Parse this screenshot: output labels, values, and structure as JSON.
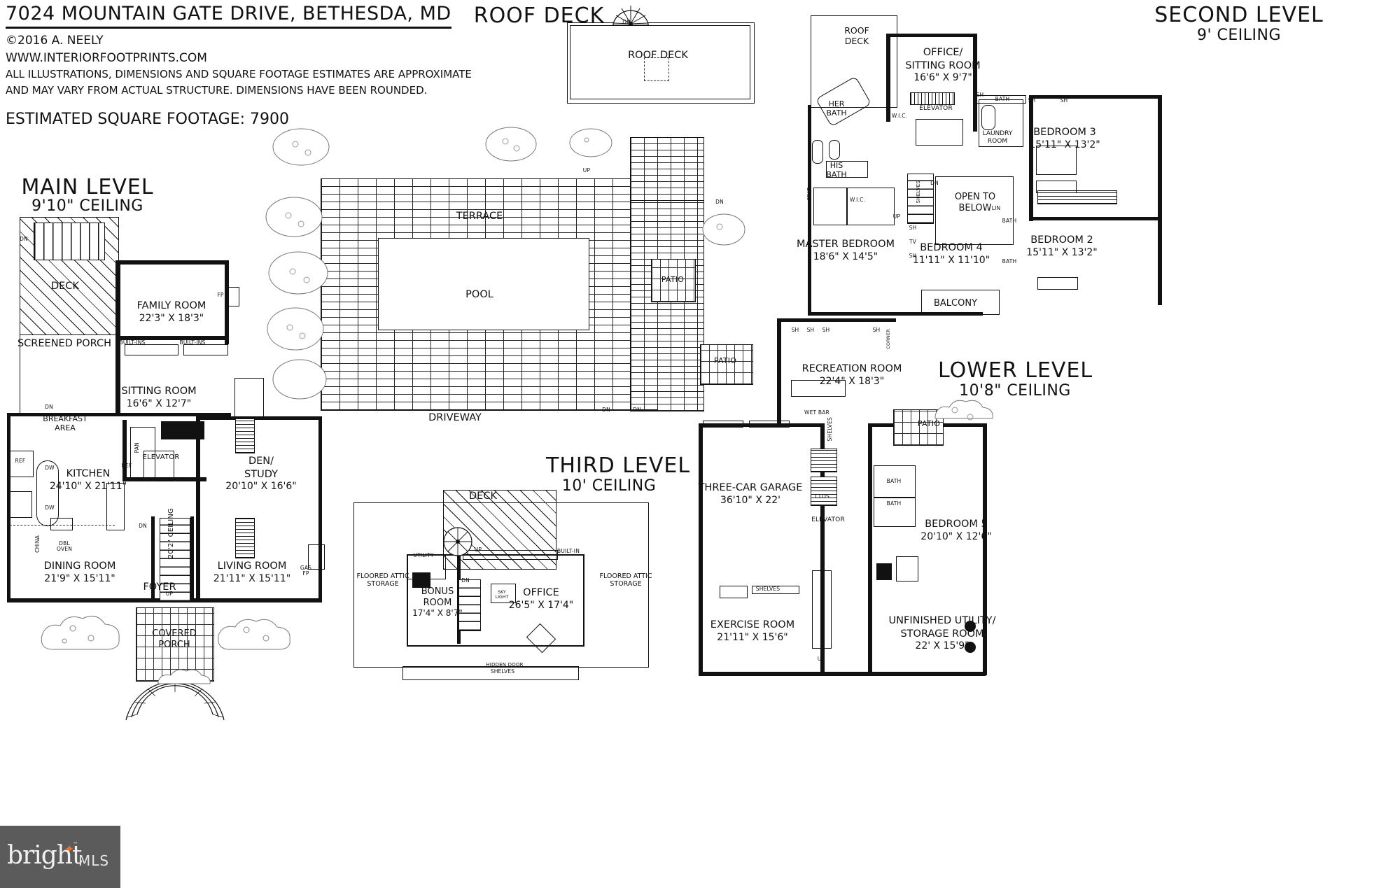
{
  "header": {
    "address": "7024 MOUNTAIN GATE DRIVE, BETHESDA, MD",
    "copyright": "©2016 A. NEELY",
    "website": "WWW.INTERIORFOOTPRINTS.COM",
    "disclaimer_line1": "ALL ILLUSTRATIONS, DIMENSIONS AND SQUARE FOOTAGE ESTIMATES ARE APPROXIMATE",
    "disclaimer_line2": "AND MAY VARY FROM ACTUAL STRUCTURE. DIMENSIONS HAVE BEEN ROUNDED.",
    "square_footage": "ESTIMATED SQUARE FOOTAGE: 7900"
  },
  "levels": {
    "roof_deck": {
      "title": "ROOF DECK",
      "room_label": "ROOF DECK",
      "stair_label": "DN"
    },
    "main": {
      "title": "MAIN LEVEL",
      "ceiling": "9'10\" CEILING"
    },
    "second": {
      "title": "SECOND LEVEL",
      "ceiling": "9' CEILING"
    },
    "third": {
      "title": "THIRD LEVEL",
      "ceiling": "10' CEILING"
    },
    "lower": {
      "title": "LOWER LEVEL",
      "ceiling": "10'8\" CEILING"
    }
  },
  "main_level": {
    "rooms": [
      {
        "name": "DECK",
        "dim": ""
      },
      {
        "name": "SCREENED PORCH",
        "dim": ""
      },
      {
        "name": "FAMILY ROOM",
        "dim": "22'3\" X 18'3\""
      },
      {
        "name": "SITTING ROOM",
        "dim": "16'6\" X 12'7\""
      },
      {
        "name": "BREAKFAST AREA",
        "dim": ""
      },
      {
        "name": "KITCHEN",
        "dim": "24'10\" X 21'11\""
      },
      {
        "name": "DEN/ STUDY",
        "dim": "20'10\" X 16'6\""
      },
      {
        "name": "DINING ROOM",
        "dim": "21'9\" X 15'11\""
      },
      {
        "name": "LIVING ROOM",
        "dim": "21'11\" X 15'11\""
      },
      {
        "name": "FOYER",
        "dim": ""
      },
      {
        "name": "COVERED PORCH",
        "dim": ""
      }
    ],
    "annotations": [
      "DN",
      "UP",
      "BUILT-INS",
      "REF",
      "DW",
      "PAN",
      "ELEVATOR",
      "DBL OVEN",
      "CHINA",
      "P.R.",
      "FP",
      "GAS FP",
      "20'2\" CEILING"
    ]
  },
  "second_level": {
    "rooms": [
      {
        "name": "ROOF DECK",
        "dim": ""
      },
      {
        "name": "OFFICE/ SITTING ROOM",
        "dim": "16'6\" X 9'7\""
      },
      {
        "name": "HER BATH",
        "dim": ""
      },
      {
        "name": "HIS BATH",
        "dim": ""
      },
      {
        "name": "MASTER BEDROOM",
        "dim": "18'6\" X 14'5\""
      },
      {
        "name": "BEDROOM 3",
        "dim": "15'11\" X 13'2\""
      },
      {
        "name": "BEDROOM 2",
        "dim": "15'11\" X 13'2\""
      },
      {
        "name": "BEDROOM 4",
        "dim": "11'11\" X 11'10\""
      },
      {
        "name": "OPEN TO BELOW",
        "dim": ""
      },
      {
        "name": "BALCONY",
        "dim": ""
      },
      {
        "name": "LAUNDRY ROOM",
        "dim": ""
      }
    ],
    "annotations": [
      "W.I.C.",
      "BATH",
      "ELEVATOR",
      "SEAT",
      "SHELVES",
      "SH",
      "TV",
      "LIN",
      "DN",
      "UP"
    ]
  },
  "third_level": {
    "rooms": [
      {
        "name": "DECK",
        "dim": ""
      },
      {
        "name": "BONUS ROOM",
        "dim": "17'4\" X 8'7\""
      },
      {
        "name": "OFFICE",
        "dim": "26'5\" X 17'4\""
      },
      {
        "name": "FLOORED ATTIC STORAGE",
        "dim": ""
      },
      {
        "name": "FLOORED ATTIC STORAGE",
        "dim": ""
      }
    ],
    "annotations": [
      "UTILITY",
      "BUILT-IN",
      "SKY LIGHT",
      "HIDDEN DOOR",
      "SHELVES",
      "UP",
      "DN"
    ]
  },
  "lower_level": {
    "rooms": [
      {
        "name": "RECREATION ROOM",
        "dim": "22'4\" X 18'3\""
      },
      {
        "name": "THREE-CAR GARAGE",
        "dim": "36'10\" X 22'"
      },
      {
        "name": "EXERCISE ROOM",
        "dim": "21'11\" X 15'6\""
      },
      {
        "name": "BEDROOM 5",
        "dim": "20'10\" X 12'6\""
      },
      {
        "name": "UNFINISHED UTILITY/ STORAGE ROOM",
        "dim": "22' X 15'9\""
      },
      {
        "name": "PATIO",
        "dim": ""
      }
    ],
    "annotations": [
      "WET BAR",
      "CLOS.",
      "ELEVATOR",
      "STORAGE",
      "BATH",
      "SHELVES",
      "SH",
      "UP",
      "DN"
    ]
  },
  "site": {
    "terrace": "TERRACE",
    "pool": "POOL",
    "driveway": "DRIVEWAY",
    "patio_upper": "PATIO",
    "patio_mid": "PATIO",
    "patio_lower": "PATIO"
  },
  "watermark": {
    "brand": "bright",
    "suffix": "MLS",
    "tm": "™"
  }
}
